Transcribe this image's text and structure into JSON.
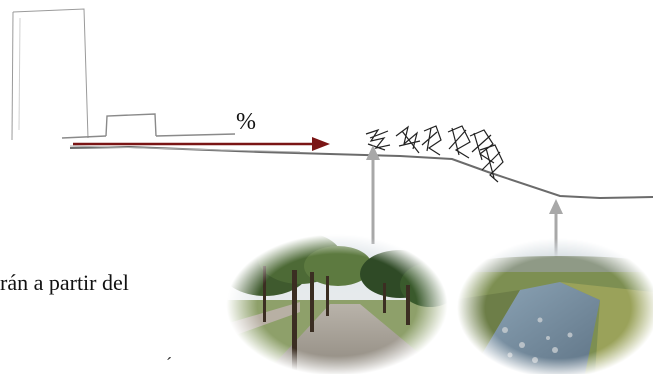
{
  "diagram": {
    "slope_label": "%",
    "caption_fragment": "rán a partir del",
    "stray_mark": "´",
    "photos": [
      {
        "subject": "tree-lined walkway"
      },
      {
        "subject": "river channel with rocks"
      }
    ],
    "colors": {
      "ground_line": "#6b6b6b",
      "slope_arrow": "#7a1515",
      "pointer_arrow": "#a8a8a8",
      "sketch": "#9a9a9a"
    }
  }
}
